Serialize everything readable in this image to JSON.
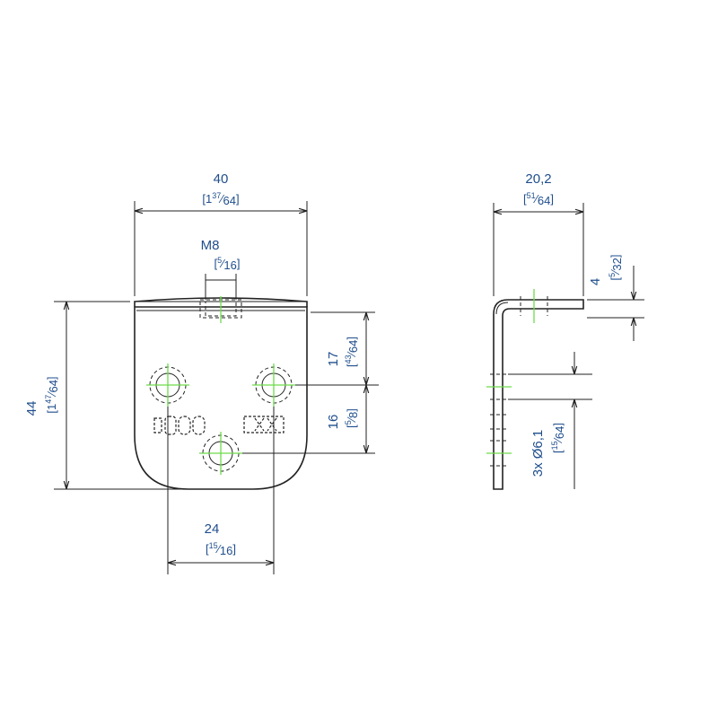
{
  "front_view": {
    "width": {
      "metric": "40",
      "inch_whole": "1",
      "inch_num": "37",
      "inch_den": "64"
    },
    "thread": {
      "metric": "M8",
      "inch_num": "5",
      "inch_den": "16"
    },
    "height": {
      "metric": "44",
      "inch_whole": "1",
      "inch_num": "47",
      "inch_den": "64"
    },
    "hole_spacing_upper": {
      "metric": "17",
      "inch_num": "43",
      "inch_den": "64"
    },
    "hole_spacing_lower": {
      "metric": "16",
      "inch_num": "5",
      "inch_den": "8"
    },
    "hole_spacing_horizontal": {
      "metric": "24",
      "inch_num": "15",
      "inch_den": "16"
    }
  },
  "side_view": {
    "depth": {
      "metric": "20,2",
      "inch_num": "51",
      "inch_den": "64"
    },
    "thickness": {
      "metric": "4",
      "inch_num": "5",
      "inch_den": "32"
    },
    "holes": {
      "metric": "3x Ø6,1",
      "inch_num": "15",
      "inch_den": "64"
    }
  },
  "colors": {
    "dimension": "#1f4e8c",
    "centerline": "#6ddc4a",
    "outline": "#222222"
  }
}
